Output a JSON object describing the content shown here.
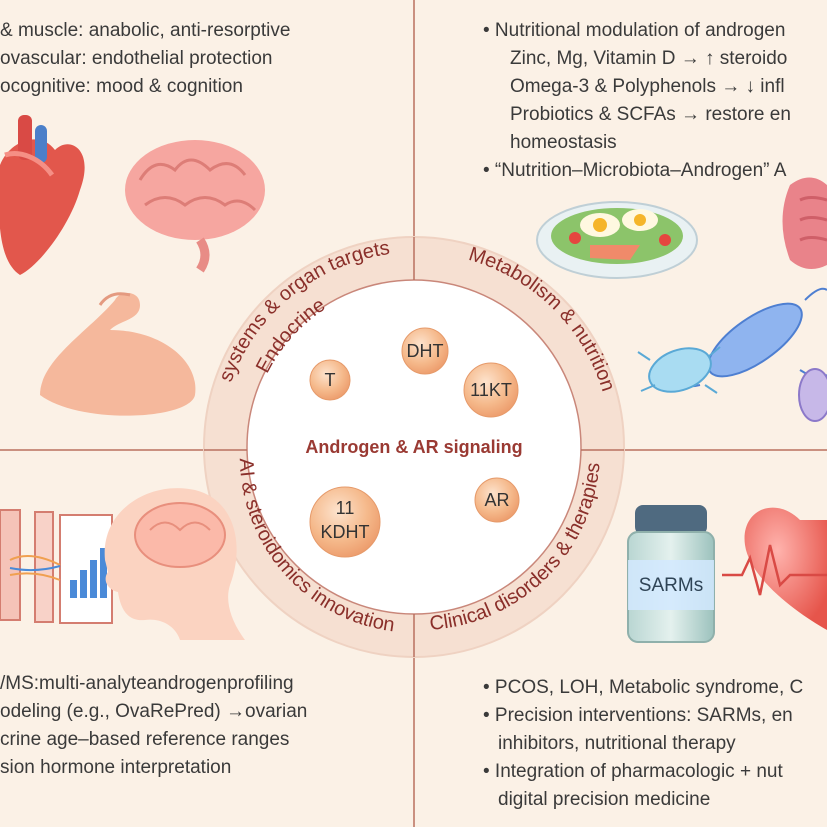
{
  "colors": {
    "background": "#fbf1e6",
    "ring": "#f6e0d2",
    "ring_edge": "#e8c2b0",
    "divider": "#b9705f",
    "accent_text": "#9a3a33",
    "bubble": "#f3b184"
  },
  "quadrant_tl": {
    "lines": [
      "& muscle: anabolic, anti-resorptive",
      "ovascular: endothelial protection",
      "ocognitive: mood & cognition"
    ]
  },
  "quadrant_tr": {
    "lines": [
      "• Nutritional modulation of androgen",
      "Zinc, Mg, Vitamin D → ↑ steroido",
      "Omega-3 & Polyphenols → ↓ infl",
      "Probiotics & SCFAs → restore en",
      "homeostasis",
      "• “Nutrition–Microbiota–Androgen” A"
    ]
  },
  "quadrant_bl": {
    "lines": [
      "/MS:multi-analyteandrogenprofiling",
      "odeling (e.g., OvaRePred) →ovarian",
      "crine age–based reference ranges",
      "sion hormone interpretation"
    ]
  },
  "quadrant_br": {
    "lines": [
      "• PCOS, LOH, Metabolic syndrome, C",
      "• Precision interventions: SARMs, en",
      "inhibitors, nutritional therapy",
      "• Integration of pharmacologic + nut",
      "digital precision medicine"
    ]
  },
  "ring_labels": {
    "endocrine_line1": "Endocrine",
    "endocrine_line2": "systems & organ targets",
    "metabolism": "Metabolism & nutrition",
    "ai": "AI & steroidomics innovation",
    "clinical": "Clinical disorders & therapies"
  },
  "center": {
    "title": "Androgen & AR signaling",
    "bubbles": {
      "t": "T",
      "dht": "DHT",
      "kt11": "11KT",
      "kdht_line1": "11",
      "kdht_line2": "KDHT",
      "ar": "AR"
    }
  },
  "icons": {
    "jar_label": "SARMs"
  }
}
